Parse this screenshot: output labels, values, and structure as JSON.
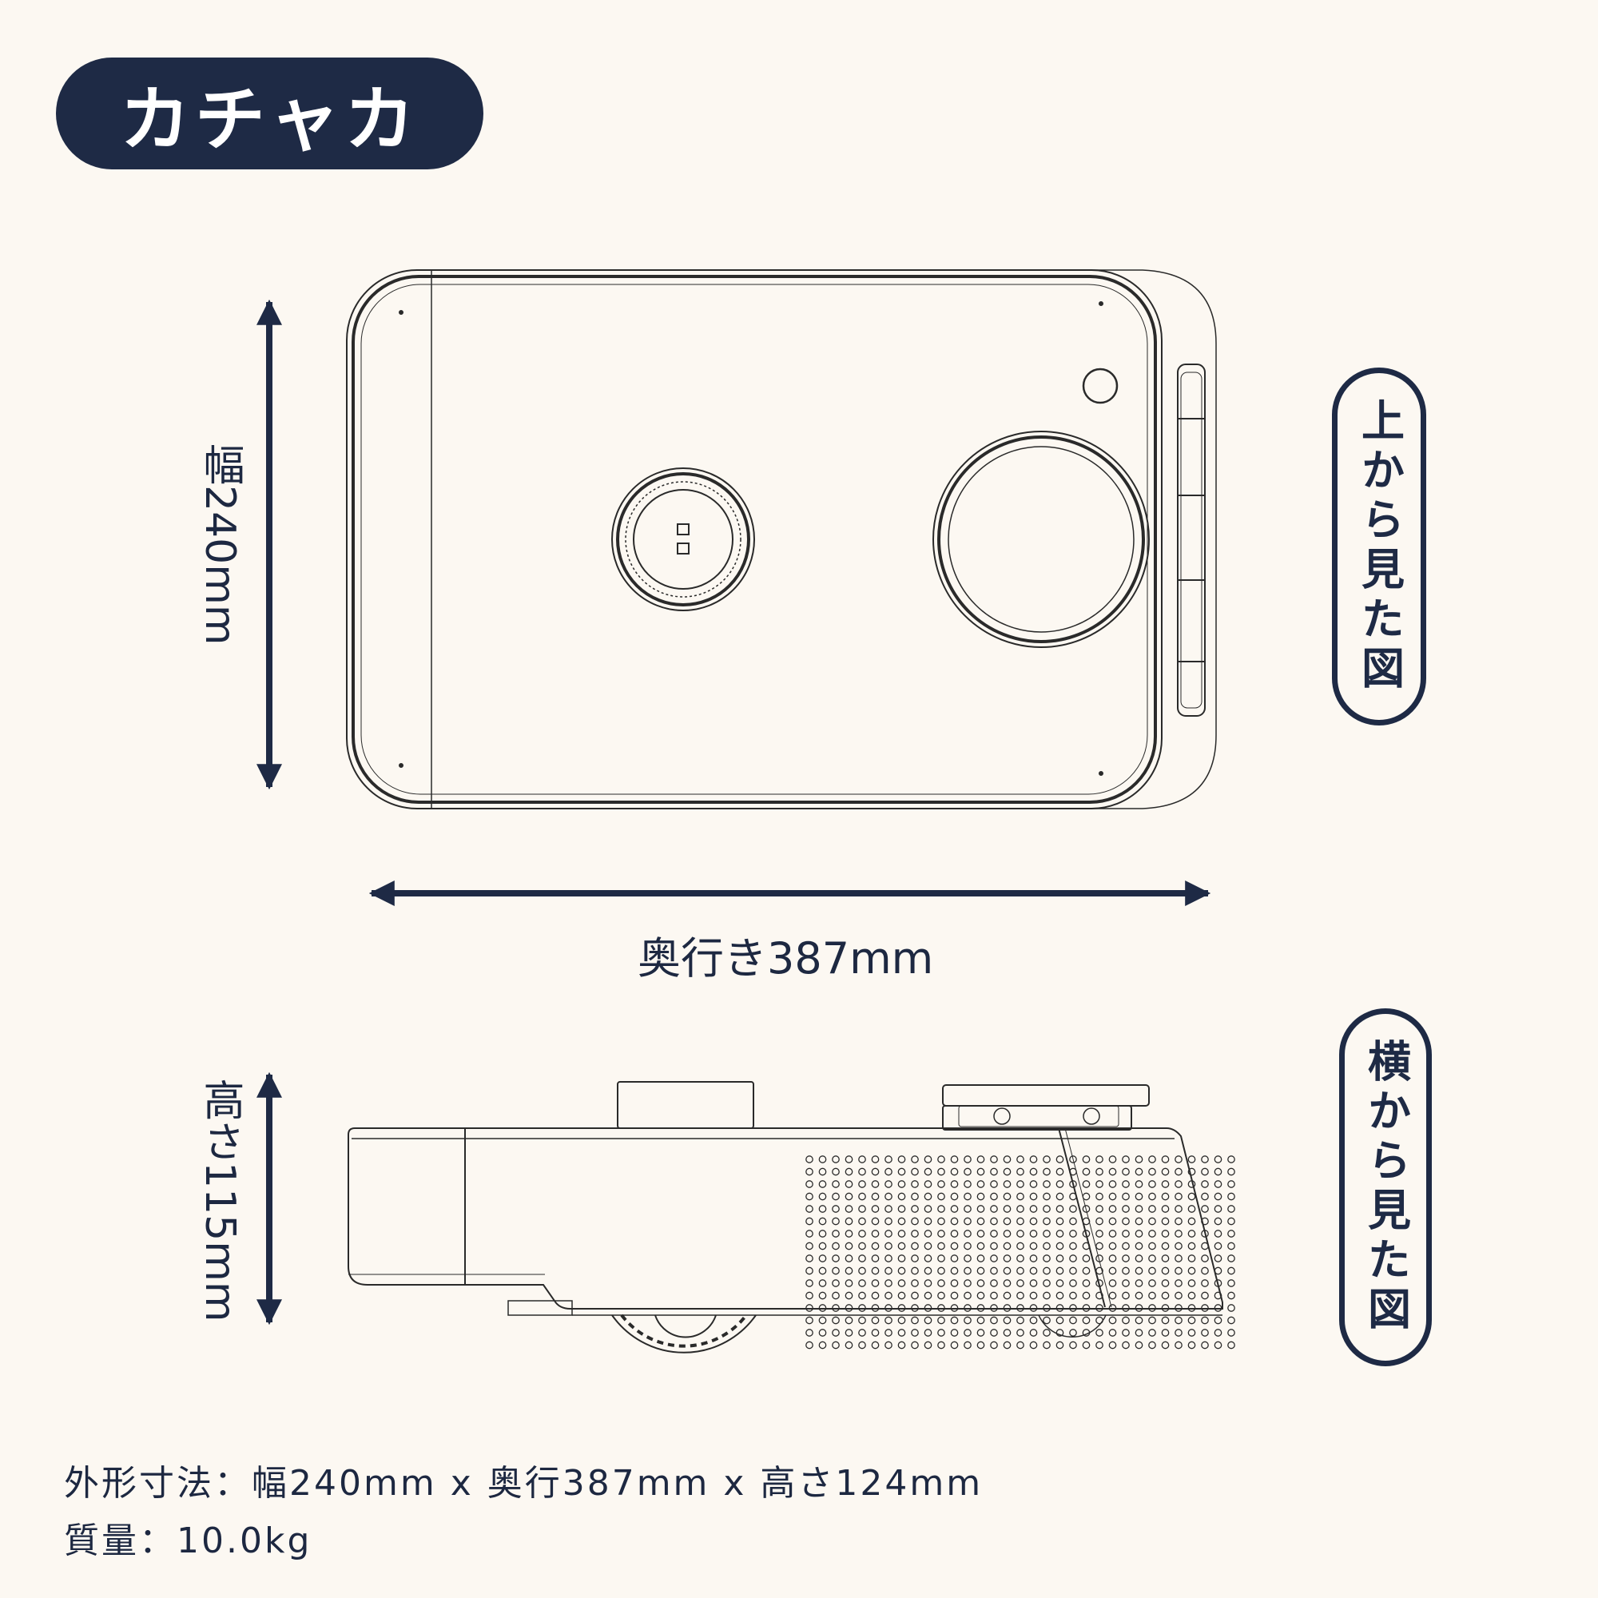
{
  "title": "カチャカ",
  "top_view": {
    "badge": "上から見た図",
    "width_label": "幅240mm",
    "depth_label": "奥行き387mm"
  },
  "side_view": {
    "badge": "横から見た図",
    "height_label": "高さ115mm"
  },
  "specs": {
    "dimensions": "外形寸法：幅240mm x 奥行387mm x 高さ124mm",
    "weight": "質量：10.0kg"
  },
  "colors": {
    "background": "#fcf8f2",
    "navy": "#1e2a45",
    "line": "#2a2a2a"
  }
}
